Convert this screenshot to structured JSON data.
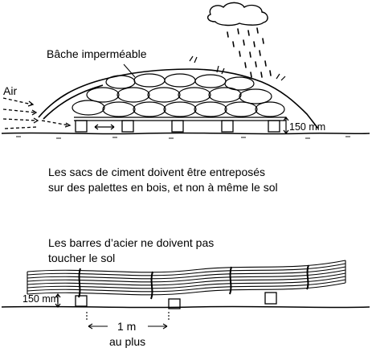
{
  "diagram": {
    "top": {
      "tarp_label": "Bâche imperméable",
      "air_label": "Air",
      "clearance_label": "150 mm",
      "caption_line1": "Les sacs de ciment doivent être entreposés",
      "caption_line2": "sur des palettes en bois, et non à même le sol"
    },
    "bottom": {
      "caption_line1": "Les barres d’acier ne doivent pas",
      "caption_line2": "toucher le sol",
      "clearance_label": "150 mm",
      "spacing_value": "1 m",
      "spacing_qualifier": "au plus"
    }
  }
}
